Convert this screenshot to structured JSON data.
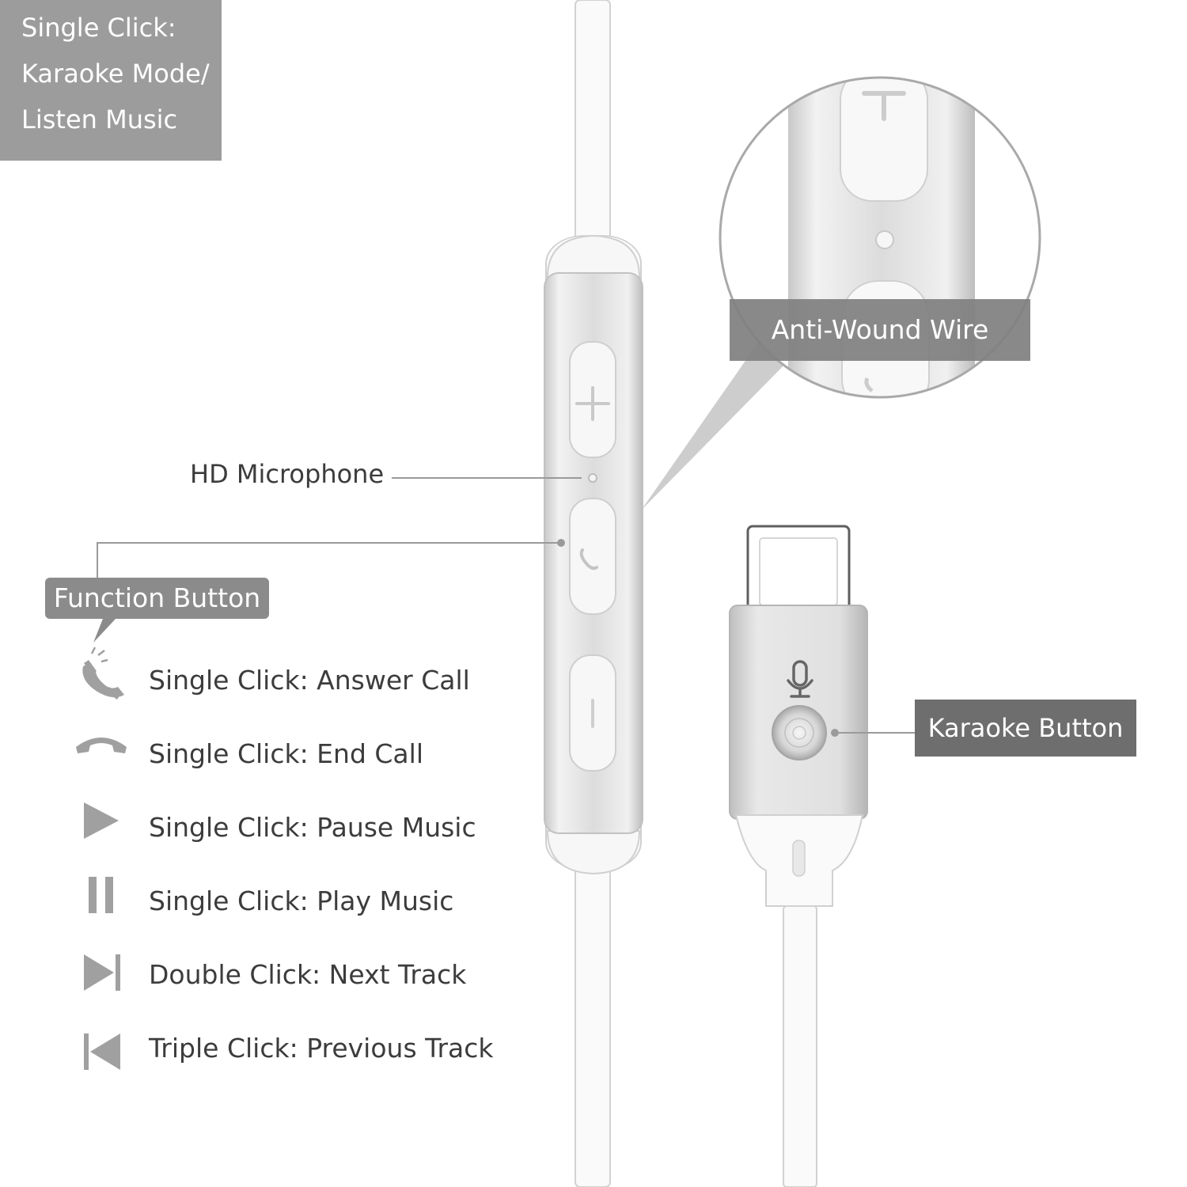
{
  "labels": {
    "hd_microphone": "HD Microphone",
    "function_button": "Function Button",
    "anti_wound_wire": "Anti-Wound Wire",
    "karaoke_button": "Karaoke Button",
    "karaoke_desc": [
      "Single Click:",
      "Karaoke Mode/",
      "Listen Music"
    ]
  },
  "functions": [
    {
      "icon": "phone-ringing-icon",
      "text": "Single Click: Answer Call"
    },
    {
      "icon": "hang-up-icon",
      "text": "Single Click: End Call"
    },
    {
      "icon": "play-icon",
      "text": "Single Click: Pause Music"
    },
    {
      "icon": "pause-icon",
      "text": "Single Click: Play Music"
    },
    {
      "icon": "next-track-icon",
      "text": "Double Click: Next Track"
    },
    {
      "icon": "previous-track-icon",
      "text": "Triple Click: Previous Track"
    }
  ],
  "colors": {
    "label_gray": "#8b8b8b",
    "karaoke_header": "#6e6e6e",
    "karaoke_body": "#9c9c9c",
    "silver": "#d9d9d9",
    "icon_gray": "#a0a0a0"
  }
}
